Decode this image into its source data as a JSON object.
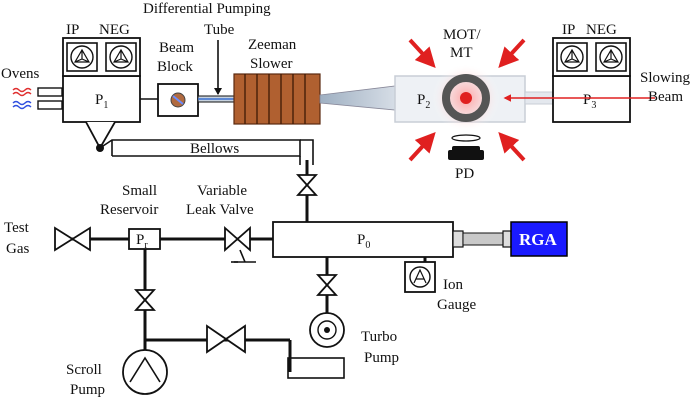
{
  "labels": {
    "ovens": "Ovens",
    "ip_left": "IP",
    "neg_left": "NEG",
    "p1": "P",
    "p1_sub": "1",
    "beam_block_1": "Beam",
    "beam_block_2": "Block",
    "diff_pumping": "Differential Pumping",
    "tube": "Tube",
    "zeeman_1": "Zeeman",
    "zeeman_2": "Slower",
    "mot_1": "MOT/",
    "mot_2": "MT",
    "p2": "P",
    "p2_sub": "2",
    "ip_right": "IP",
    "neg_right": "NEG",
    "p3": "P",
    "p3_sub": "3",
    "slowing_1": "Slowing",
    "slowing_2": "Beam",
    "pd": "PD",
    "bellows": "Bellows",
    "small_res_1": "Small",
    "small_res_2": "Reservoir",
    "pr": "P",
    "pr_sub": "r",
    "variable_1": "Variable",
    "variable_2": "Leak Valve",
    "test_gas_1": "Test",
    "test_gas_2": "Gas",
    "p0": "P",
    "p0_sub": "0",
    "rga": "RGA",
    "ion_gauge_1": "Ion",
    "ion_gauge_2": "Gauge",
    "turbo_1": "Turbo",
    "turbo_2": "Pump",
    "scroll_1": "Scroll",
    "scroll_2": "Pump"
  },
  "colors": {
    "rga_fill": "#1a1aff",
    "zeeman_fill": "#b06030",
    "laser": "#e02020",
    "mot_ring": "#555555"
  },
  "icons": [
    "valve-icon",
    "ion-pump-icon",
    "pressure-gauge-icon",
    "turbo-pump-icon",
    "scroll-pump-icon",
    "oven-coil-icon",
    "laser-arrow-icon",
    "photodiode-icon"
  ]
}
